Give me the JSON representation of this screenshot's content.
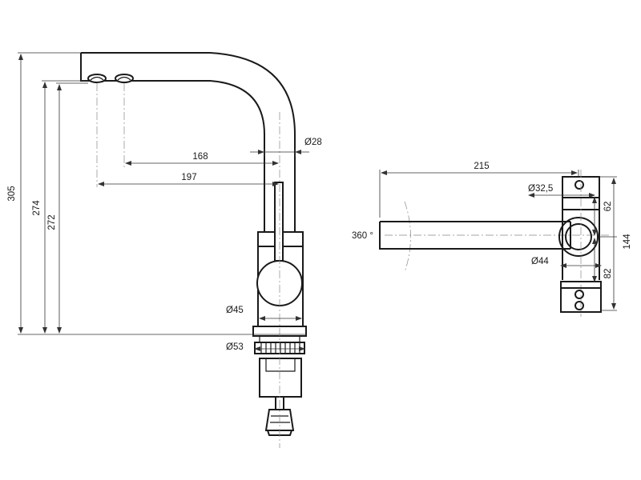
{
  "front_view": {
    "dim_height_total": "305",
    "dim_height_outlet": "274",
    "dim_height_aerator": "272",
    "dim_reach_168": "168",
    "dim_reach_197": "197",
    "dim_spout_diameter": "Ø28",
    "dim_body_diameter": "Ø45",
    "dim_base_diameter": "Ø53"
  },
  "top_view": {
    "dim_spout_length": "215",
    "dim_tube_diameter": "Ø32,5",
    "dim_body_diameter": "Ø44",
    "dim_rotation": "360 °",
    "dim_upper": "62",
    "dim_lower": "82",
    "dim_total_depth": "144"
  }
}
